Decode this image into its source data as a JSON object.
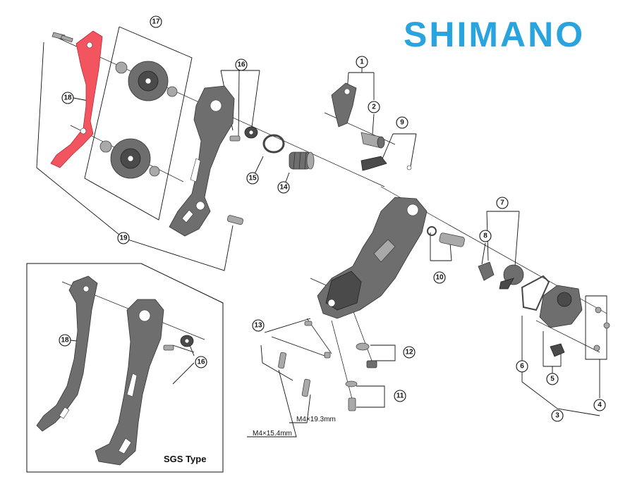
{
  "brand": "SHIMANO",
  "inset": {
    "title": "SGS Type"
  },
  "dimensions": {
    "dim_a": "M4×19.3mm",
    "dim_b": "M4×15.4mm"
  },
  "callouts": {
    "c1": "1",
    "c2": "2",
    "c3": "3",
    "c4": "4",
    "c5": "5",
    "c6": "6",
    "c7": "7",
    "c8": "8",
    "c9": "9",
    "c10": "10",
    "c11": "11",
    "c12": "12",
    "c13": "13",
    "c14": "14",
    "c15": "15",
    "c16": "16",
    "c17": "17",
    "c18": "18",
    "c19": "19",
    "c18b": "18",
    "c16b": "16"
  },
  "colors": {
    "brand": "#2aa4de",
    "highlight": "#f2555f",
    "part": "#6e6e6e"
  }
}
